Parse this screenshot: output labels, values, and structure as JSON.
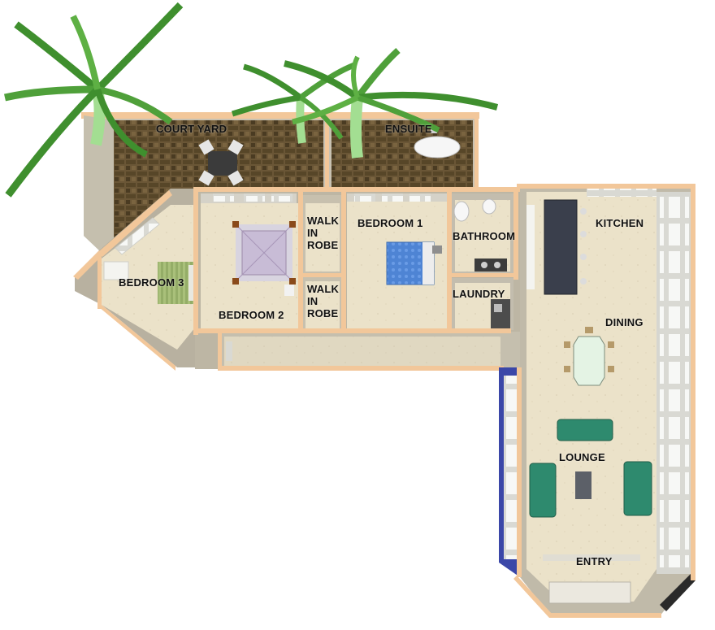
{
  "plan": {
    "rooms": {
      "court_yard": "COURT YARD",
      "ensuite": "ENSUITE",
      "kitchen": "KITCHEN",
      "walk_in_robe_1": [
        "WALK",
        "IN",
        "ROBE"
      ],
      "bedroom_1": "BEDROOM 1",
      "bathroom": "BATHROOM",
      "bedroom_3": "BEDROOM 3",
      "laundry": "LAUNDRY",
      "walk_in_robe_2": [
        "WALK",
        "IN",
        "ROBE"
      ],
      "bedroom_2": "BEDROOM 2",
      "dining": "DINING",
      "lounge": "LOUNGE",
      "entry": "ENTRY"
    },
    "colors": {
      "floor": "#ece3cc",
      "wall": "#f2c79a",
      "wall_shadow": "#b7b09f",
      "courtyard_paving": "#5b4a32",
      "window_frame": "#dcdcd6",
      "glass": "#f4f6f4",
      "palm_leaf": "#3f8f2e",
      "palm_trunk": "#9fdc8e",
      "bed_cover": "#4f86d6",
      "sofa": "#2e8a6e",
      "kitchen_bench": "#3a3f4c",
      "entry_glass_blue": "#3b47a8"
    }
  }
}
